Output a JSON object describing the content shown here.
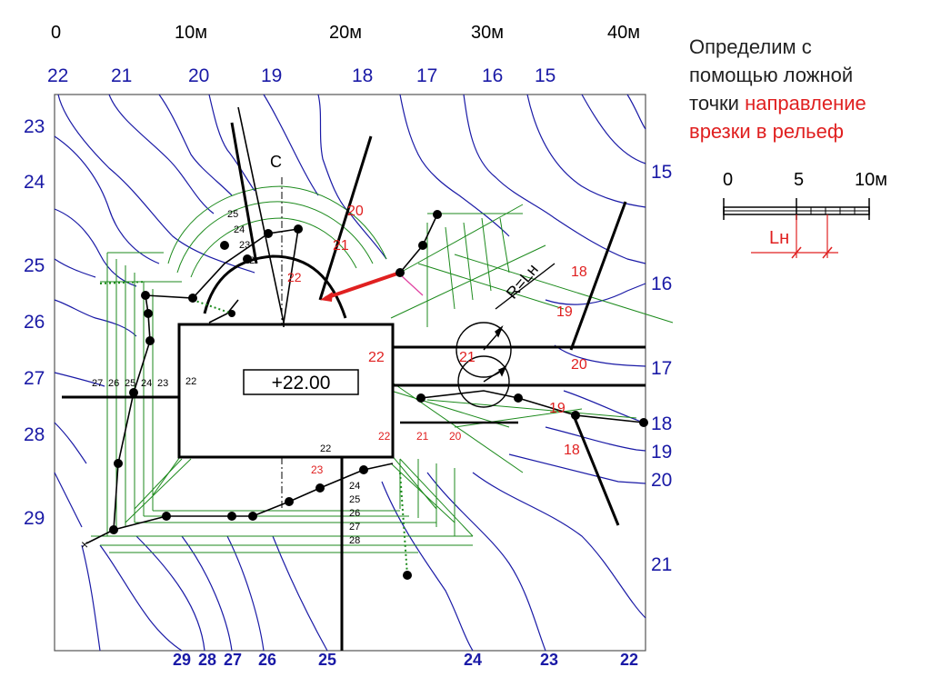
{
  "top_scale": [
    "0",
    "10м",
    "20м",
    "30м",
    "40м"
  ],
  "top_contours": [
    "22",
    "21",
    "20",
    "19",
    "18",
    "17",
    "16",
    "15"
  ],
  "left_contours": [
    "23",
    "24",
    "25",
    "26",
    "27",
    "28",
    "29"
  ],
  "right_contours": [
    "15",
    "16",
    "17",
    "18",
    "19",
    "20",
    "21"
  ],
  "bottom_contours": [
    "29",
    "28",
    "27",
    "26",
    "25",
    "24",
    "23",
    "22"
  ],
  "platform_mark": "+22.00",
  "top_point_label": "C",
  "radius_label": "R=Lн",
  "red_labels": [
    "20",
    "21",
    "22",
    "22",
    "21",
    "18",
    "19",
    "20",
    "19",
    "18",
    "22",
    "21",
    "20",
    "23"
  ],
  "black_stack_top": [
    "25",
    "24",
    "23",
    "22"
  ],
  "black_row_left": [
    "27",
    "26",
    "25",
    "24",
    "23"
  ],
  "black_label_22_left": "22",
  "black_label_22_bottom": "22",
  "black_stack_bottom": [
    "24",
    "25",
    "26",
    "27",
    "28"
  ],
  "legend": {
    "line1": "Определим с",
    "line2": "помощью ложной",
    "line3_plain": "точки",
    "line3_red": "направление",
    "line4_red": "врезки в рельеф"
  },
  "scale_bar": {
    "labels": [
      "0",
      "5",
      "10м"
    ],
    "symbol": "Lн"
  },
  "colors": {
    "contour": "#1a1aa6",
    "grid": "#1c8a1c",
    "red": "#e02020",
    "black": "#000000",
    "pink": "#e040a0"
  }
}
